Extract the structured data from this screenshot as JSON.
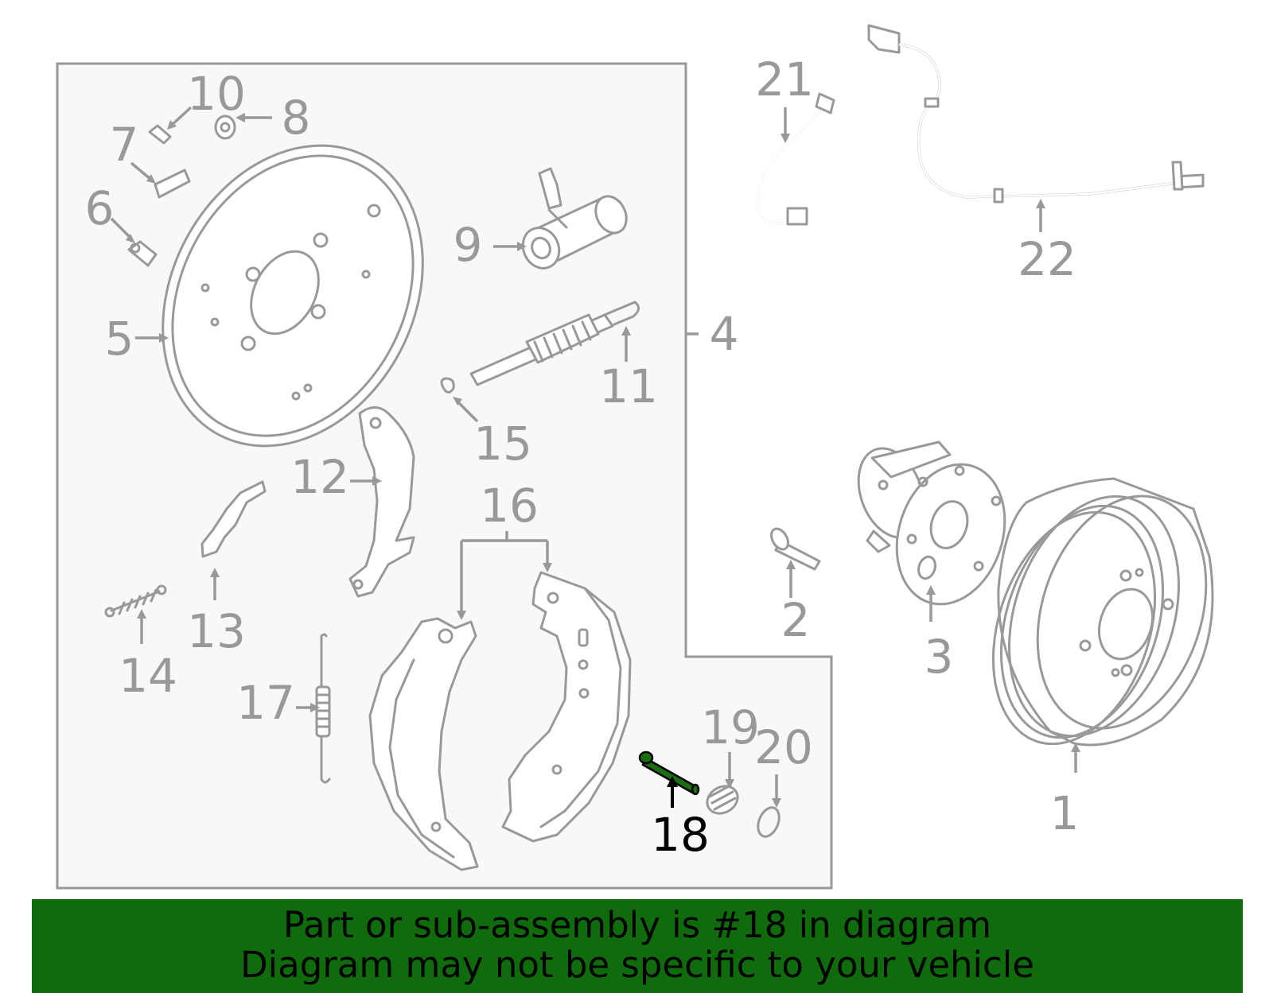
{
  "callouts": {
    "c1": "1",
    "c2": "2",
    "c3": "3",
    "c4": "4",
    "c5": "5",
    "c6": "6",
    "c7": "7",
    "c8": "8",
    "c9": "9",
    "c10": "10",
    "c11": "11",
    "c12": "12",
    "c13": "13",
    "c14": "14",
    "c15": "15",
    "c16": "16",
    "c17": "17",
    "c18": "18",
    "c19": "19",
    "c20": "20",
    "c21": "21",
    "c22": "22"
  },
  "highlighted_part": "18",
  "colors": {
    "banner": "#0f6b0c",
    "highlight": "#1a6d10",
    "line": "#999999"
  },
  "banner": {
    "line1": "Part or sub-assembly is #18 in diagram",
    "line2": "Diagram may not be specific to your vehicle"
  }
}
